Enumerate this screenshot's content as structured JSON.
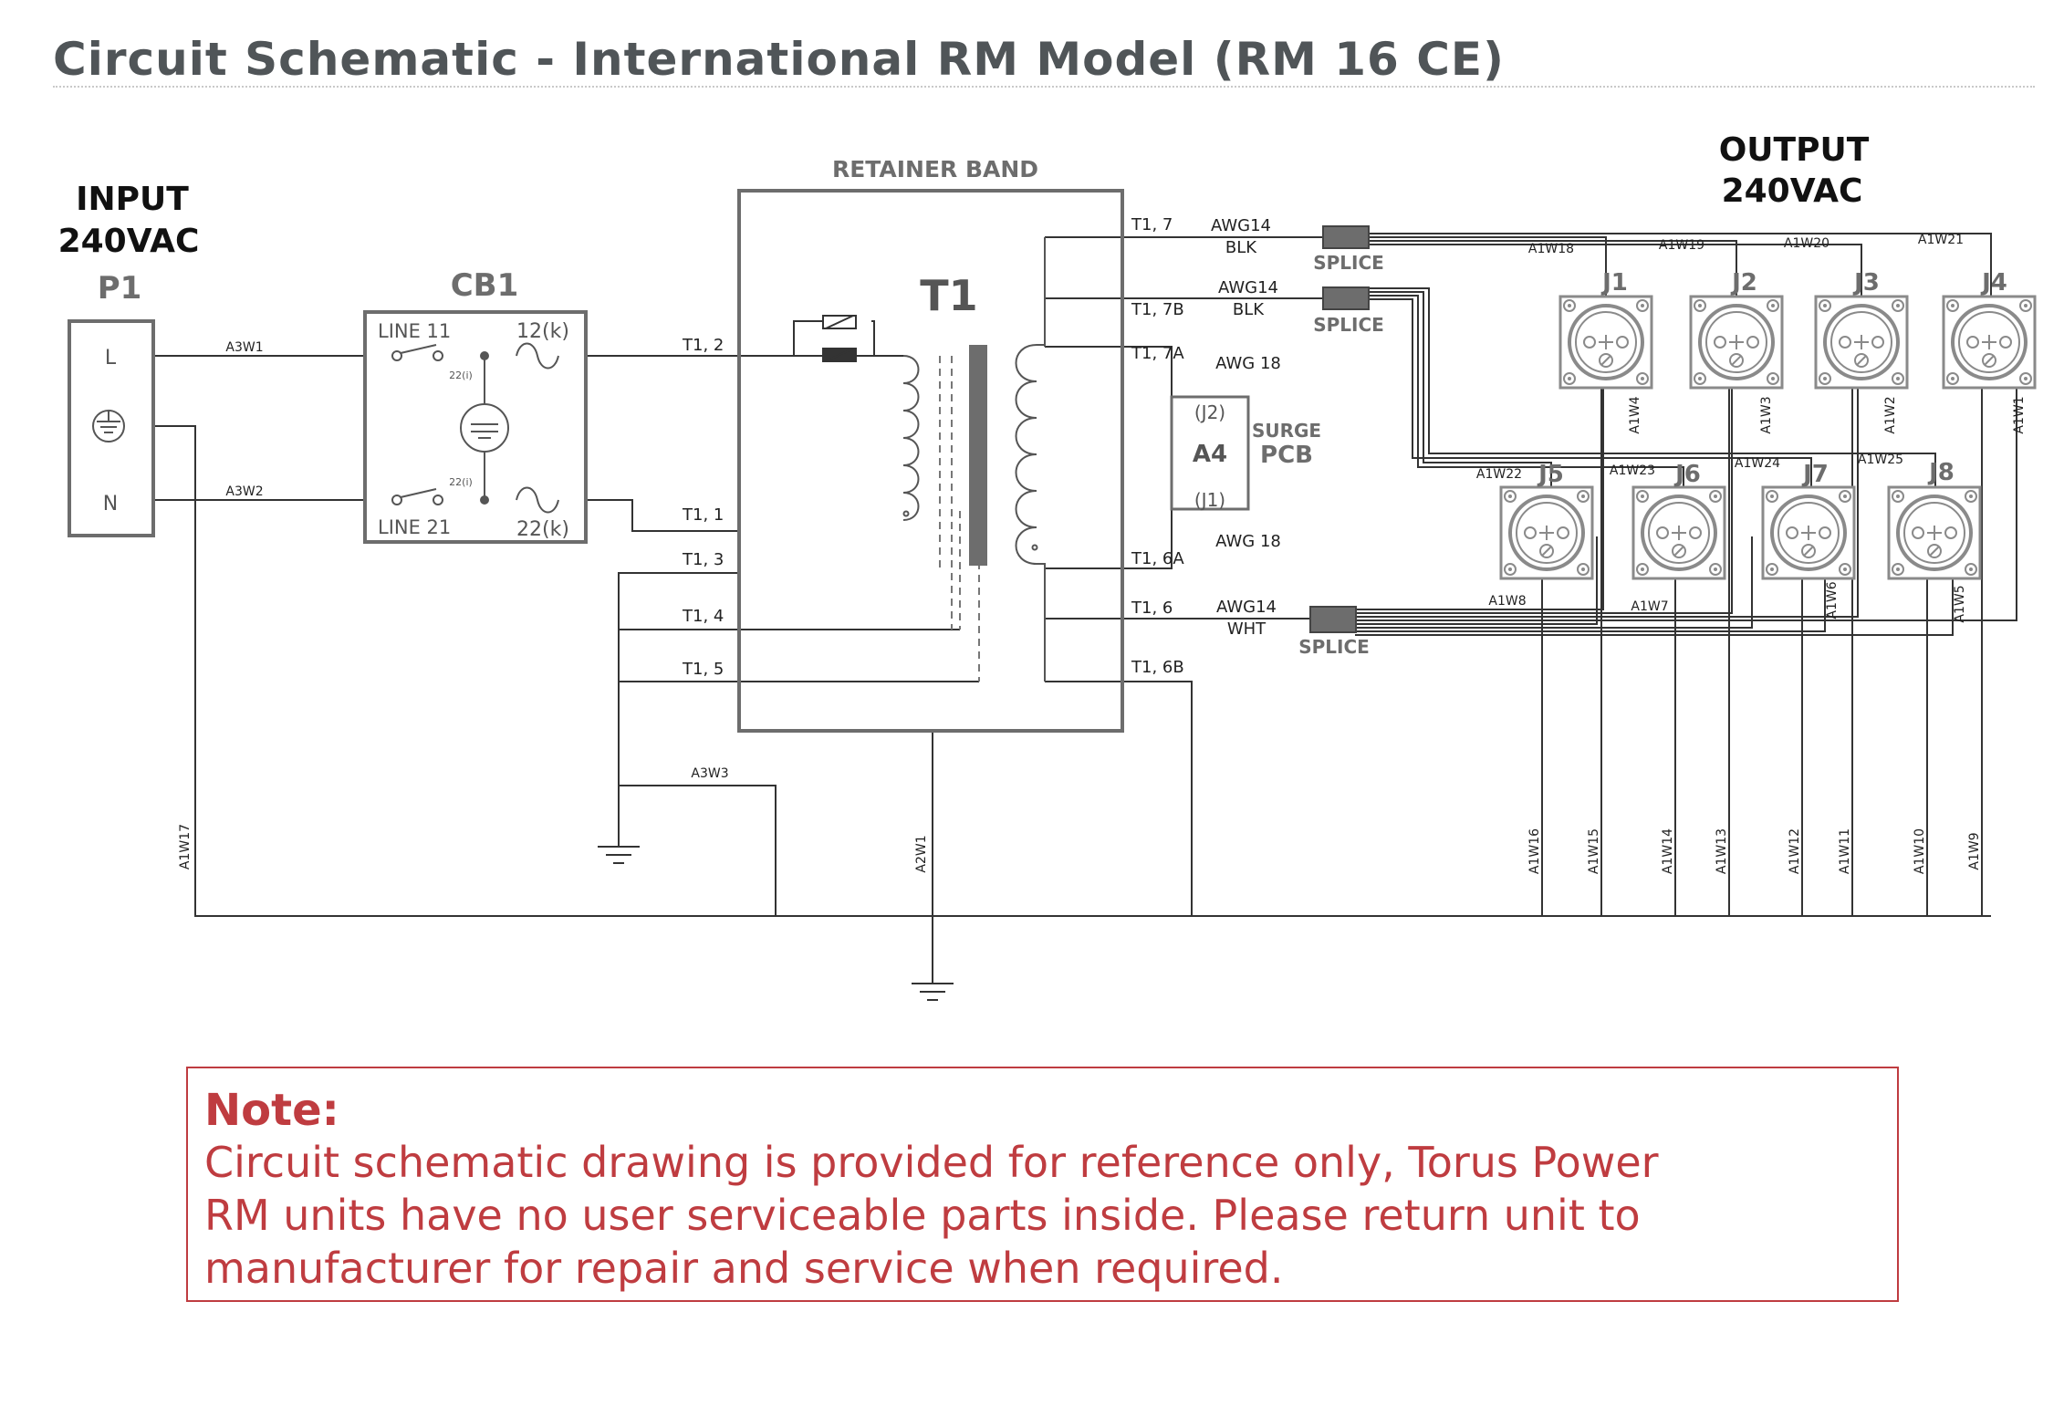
{
  "title": "Circuit Schematic - International RM Model (RM 16 CE)",
  "input": {
    "label": "INPUT",
    "voltage": "240VAC",
    "ref": "P1",
    "line": "L",
    "neutral": "N"
  },
  "cb1": {
    "ref": "CB1",
    "line11": "LINE 11",
    "line21": "LINE 21",
    "k12": "12(k)",
    "k22": "22(k)",
    "i22a": "22(i)",
    "i22b": "22(i)"
  },
  "transformer": {
    "ref": "T1",
    "band": "RETAINER BAND"
  },
  "terminals": {
    "t12": "T1, 2",
    "t11": "T1, 1",
    "t13": "T1, 3",
    "t14": "T1, 4",
    "t15": "T1, 5",
    "t17": "T1, 7",
    "t17b": "T1, 7B",
    "t17a": "T1, 7A",
    "t16a": "T1, 6A",
    "t16": "T1, 6",
    "t16b": "T1, 6B"
  },
  "gauges": {
    "g1": "AWG14",
    "g1c": "BLK",
    "g2": "AWG14",
    "g2c": "BLK",
    "g3": "AWG 18",
    "g4": "AWG 18",
    "g5": "AWG14",
    "g5c": "WHT"
  },
  "splices": {
    "s1": "SPLICE",
    "s2": "SPLICE",
    "s3": "SPLICE"
  },
  "surge": {
    "ref": "A4",
    "j2": "(J2)",
    "j1": "(J1)",
    "label1": "SURGE",
    "label2": "PCB"
  },
  "output": {
    "label": "OUTPUT",
    "voltage": "240VAC"
  },
  "jacks": [
    "J1",
    "J2",
    "J3",
    "J4",
    "J5",
    "J6",
    "J7",
    "J8"
  ],
  "wires": {
    "A3W1": "A3W1",
    "A3W2": "A3W2",
    "A3W3": "A3W3",
    "A2W1": "A2W1",
    "A1W17": "A1W17",
    "A1W1": "A1W1",
    "A1W2": "A1W2",
    "A1W3": "A1W3",
    "A1W4": "A1W4",
    "A1W5": "A1W5",
    "A1W6": "A1W6",
    "A1W7": "A1W7",
    "A1W8": "A1W8",
    "A1W9": "A1W9",
    "A1W10": "A1W10",
    "A1W11": "A1W11",
    "A1W12": "A1W12",
    "A1W13": "A1W13",
    "A1W14": "A1W14",
    "A1W15": "A1W15",
    "A1W16": "A1W16",
    "A1W18": "A1W18",
    "A1W19": "A1W19",
    "A1W20": "A1W20",
    "A1W21": "A1W21",
    "A1W22": "A1W22",
    "A1W23": "A1W23",
    "A1W24": "A1W24",
    "A1W25": "A1W25"
  },
  "note": {
    "title": "Note:",
    "body": "Circuit schematic drawing is provided for reference only, Torus Power\nRM units have no user serviceable parts inside. Please return unit to\nmanufacturer for repair and service when required."
  },
  "colors": {
    "line": "#333333",
    "accent": "#bf3c40",
    "component": "#6d6d6d",
    "title": "#505558"
  }
}
